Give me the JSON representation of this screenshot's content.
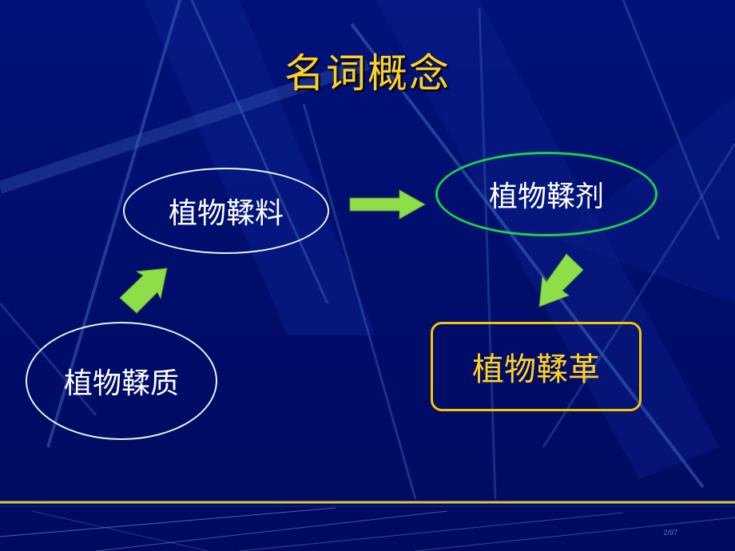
{
  "slide": {
    "title": "名词概念",
    "page_number": "2/97"
  },
  "nodes": {
    "substance": "植物鞣质",
    "material": "植物鞣料",
    "agent": "植物鞣剂",
    "leather": "植物鞣革"
  },
  "colors": {
    "background": "#00127a",
    "title": "#ffd21f",
    "arrow": "#8ede4a",
    "ellipse_outline": "#e6f5ea",
    "agent_outline": "#18d248",
    "leather_outline": "#f6c500"
  }
}
